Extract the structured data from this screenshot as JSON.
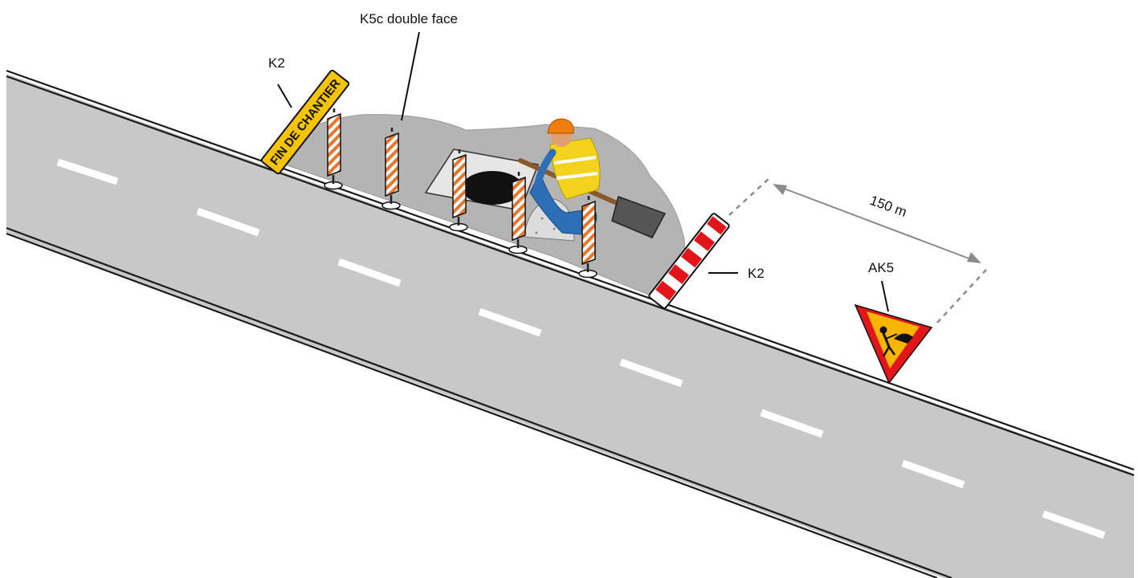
{
  "labels": {
    "k5c": "K5c double face",
    "k2_end": "K2",
    "k2_start": "K2",
    "ak5": "AK5",
    "distance": "150 m"
  },
  "end_sign_text": "FIN DE CHANTIER",
  "colors": {
    "road": "#c8c8c8",
    "road_edge": "#1a1a1a",
    "worksite_ground": "#b4b4b4",
    "lane_marking": "#ffffff",
    "k2_yellow": "#f5c400",
    "k2_red": "#e2151a",
    "k5c_orange": "#e8752a",
    "ak5_red": "#e2151a",
    "ak5_yellow": "#f7b500",
    "worker_vest": "#f2d21b",
    "worker_suit": "#2d6fb6",
    "helmet": "#f07d10"
  },
  "icons": [
    "ak5-roadworks-icon",
    "worker-figure-icon",
    "shovel-icon",
    "manhole-icon"
  ]
}
